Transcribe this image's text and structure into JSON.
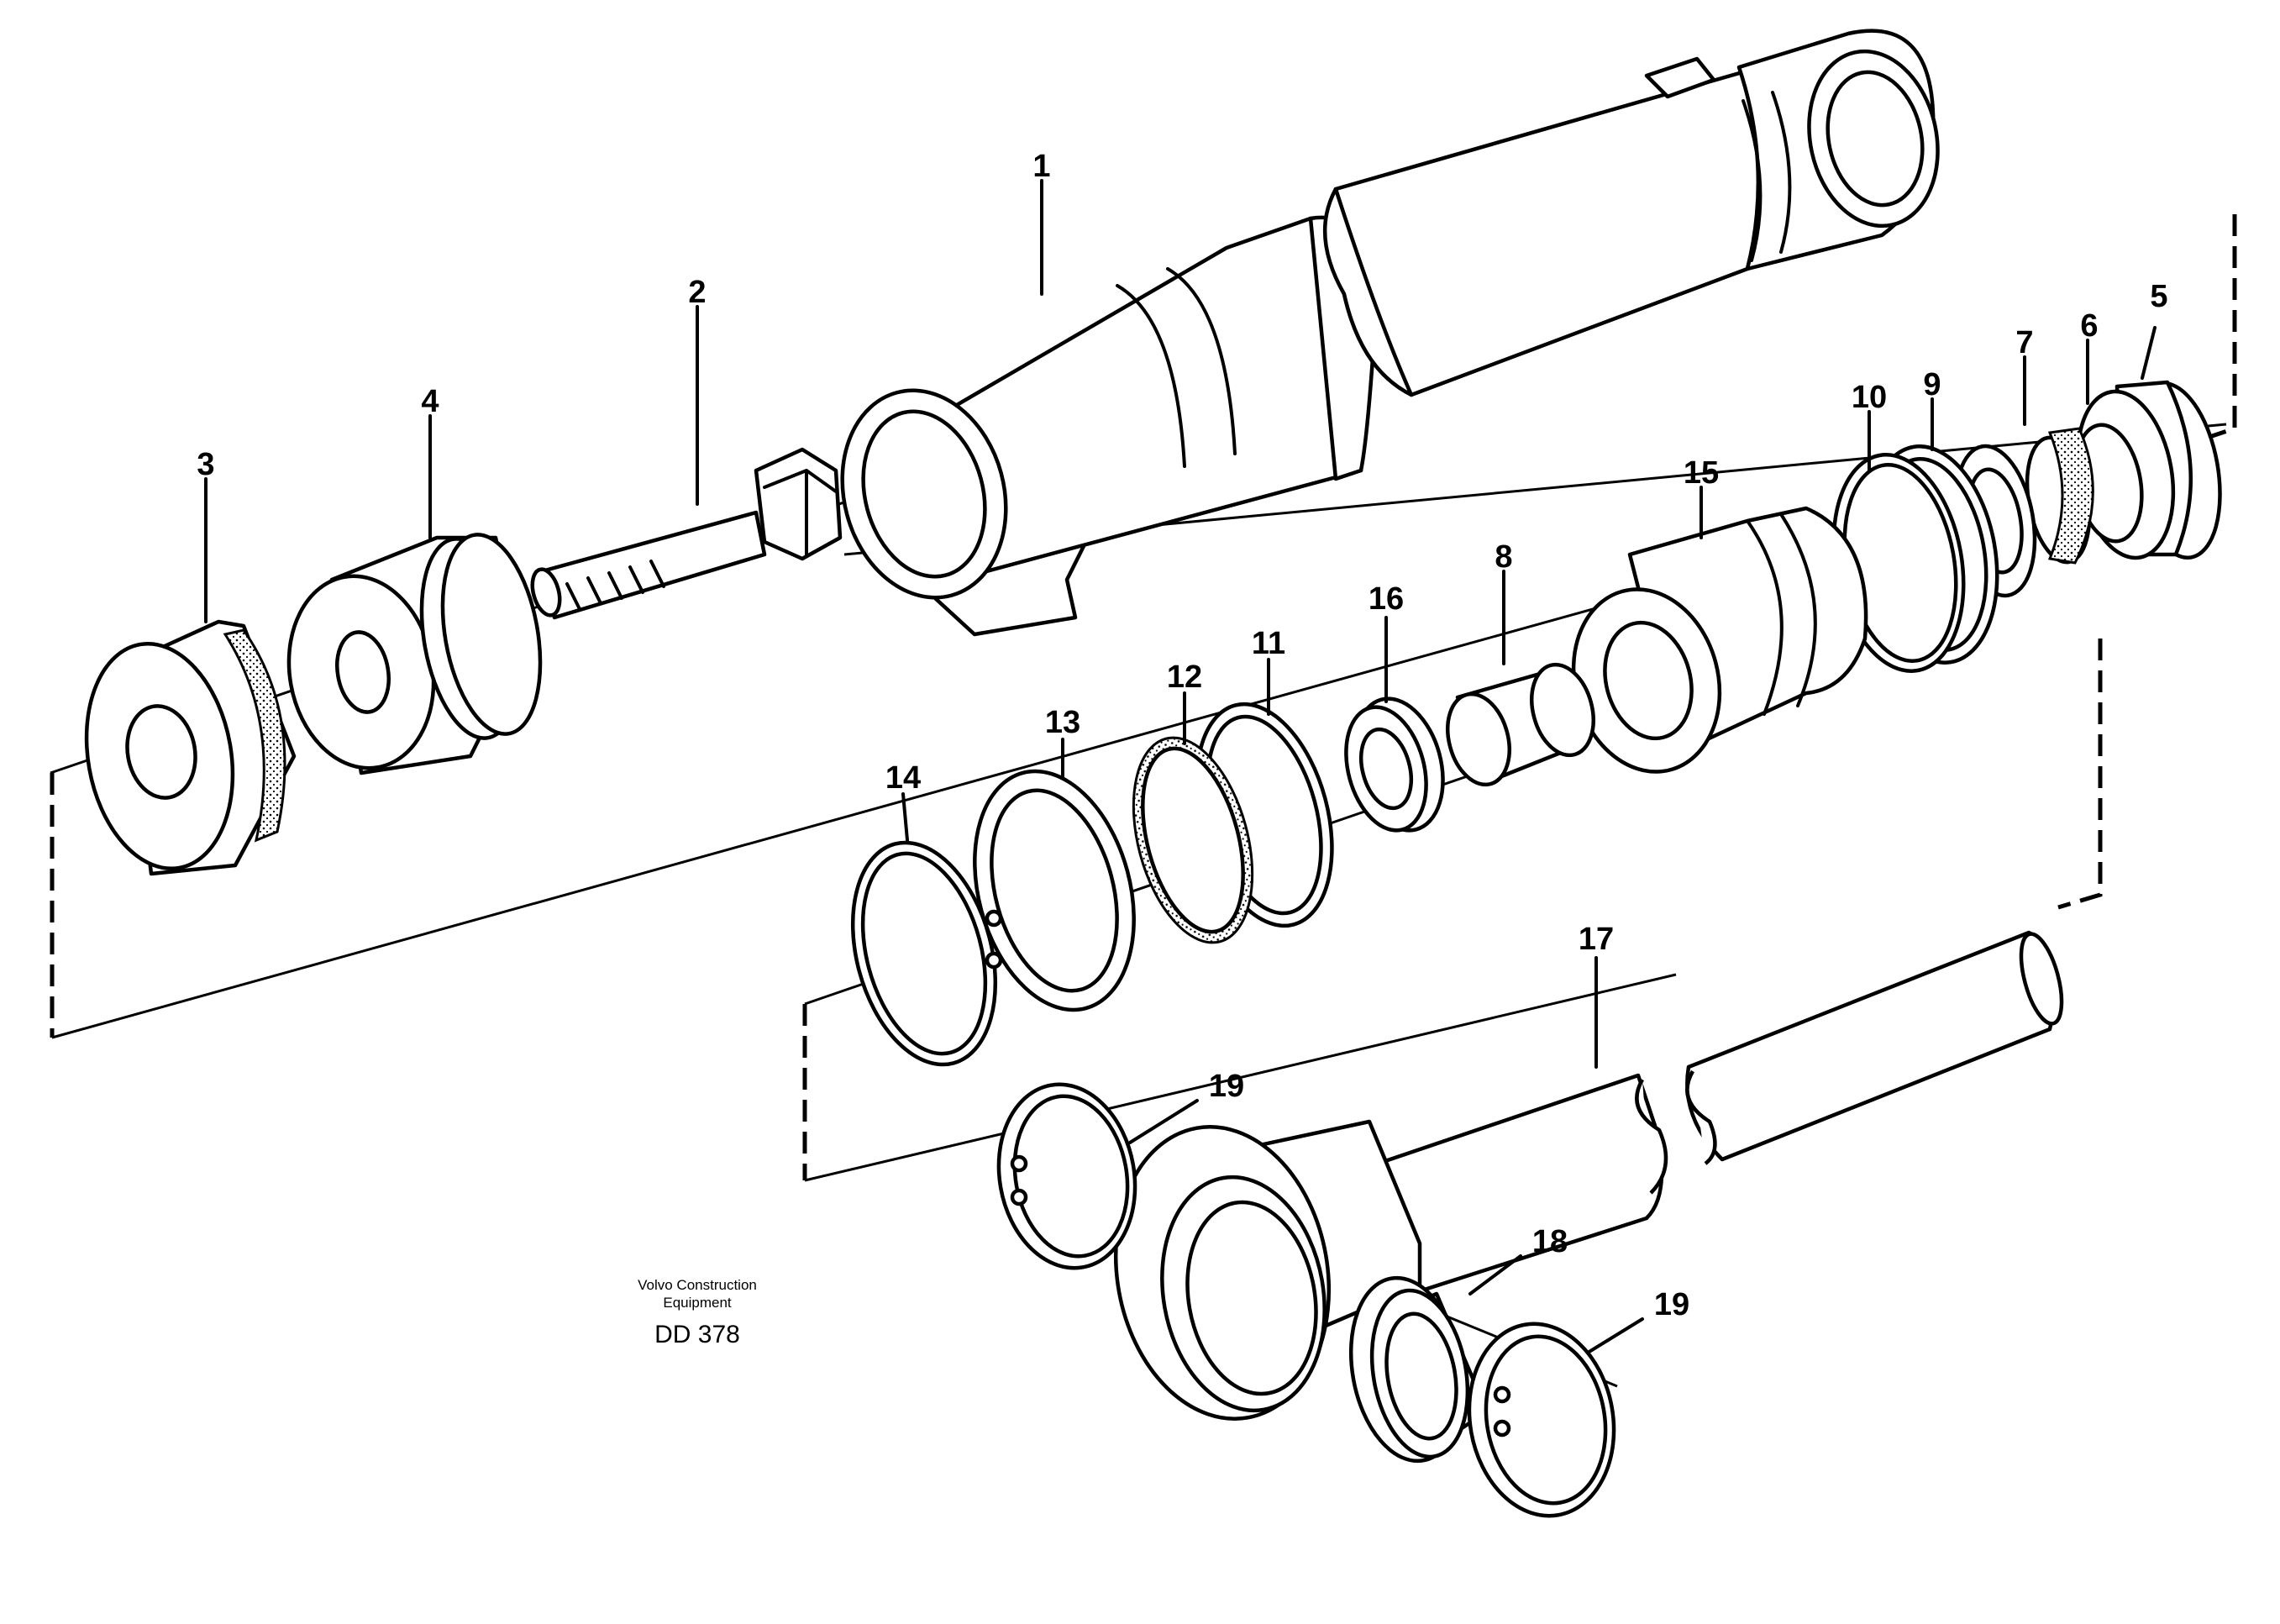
{
  "caption": {
    "line1": "Volvo Construction",
    "line2": "Equipment",
    "code": "DD 378"
  },
  "callouts": {
    "c1": "1",
    "c2": "2",
    "c3": "3",
    "c4": "4",
    "c5": "5",
    "c6": "6",
    "c7": "7",
    "c8": "8",
    "c9": "9",
    "c10": "10",
    "c11": "11",
    "c12": "12",
    "c13": "13",
    "c14": "14",
    "c15": "15",
    "c16": "16",
    "c17": "17",
    "c18": "18",
    "c19a": "19",
    "c19b": "19"
  }
}
